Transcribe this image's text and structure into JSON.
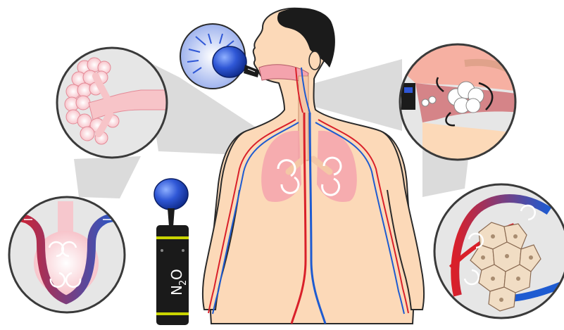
{
  "canister": {
    "label_main": "N",
    "label_sub": "2",
    "label_end": "O",
    "body_color": "#1a1a1a",
    "accent_color": "#c9d400"
  },
  "colors": {
    "skin": "#fcd9b8",
    "artery": "#d9202a",
    "vein": "#1e5bd1",
    "lung": "#f4a3ad",
    "balloon": "#2f57d6",
    "callout_bg": "#e6e6e6"
  },
  "callouts": [
    {
      "id": "alveoli",
      "icon": "alveoli-cluster-icon"
    },
    {
      "id": "alveolus-capillary",
      "icon": "capillary-exchange-icon"
    },
    {
      "id": "mouth-inhalation",
      "icon": "inhalation-detail-icon"
    },
    {
      "id": "tissue-capillary",
      "icon": "tissue-exchange-icon"
    },
    {
      "id": "balloon",
      "icon": "balloon-pressure-icon"
    }
  ]
}
